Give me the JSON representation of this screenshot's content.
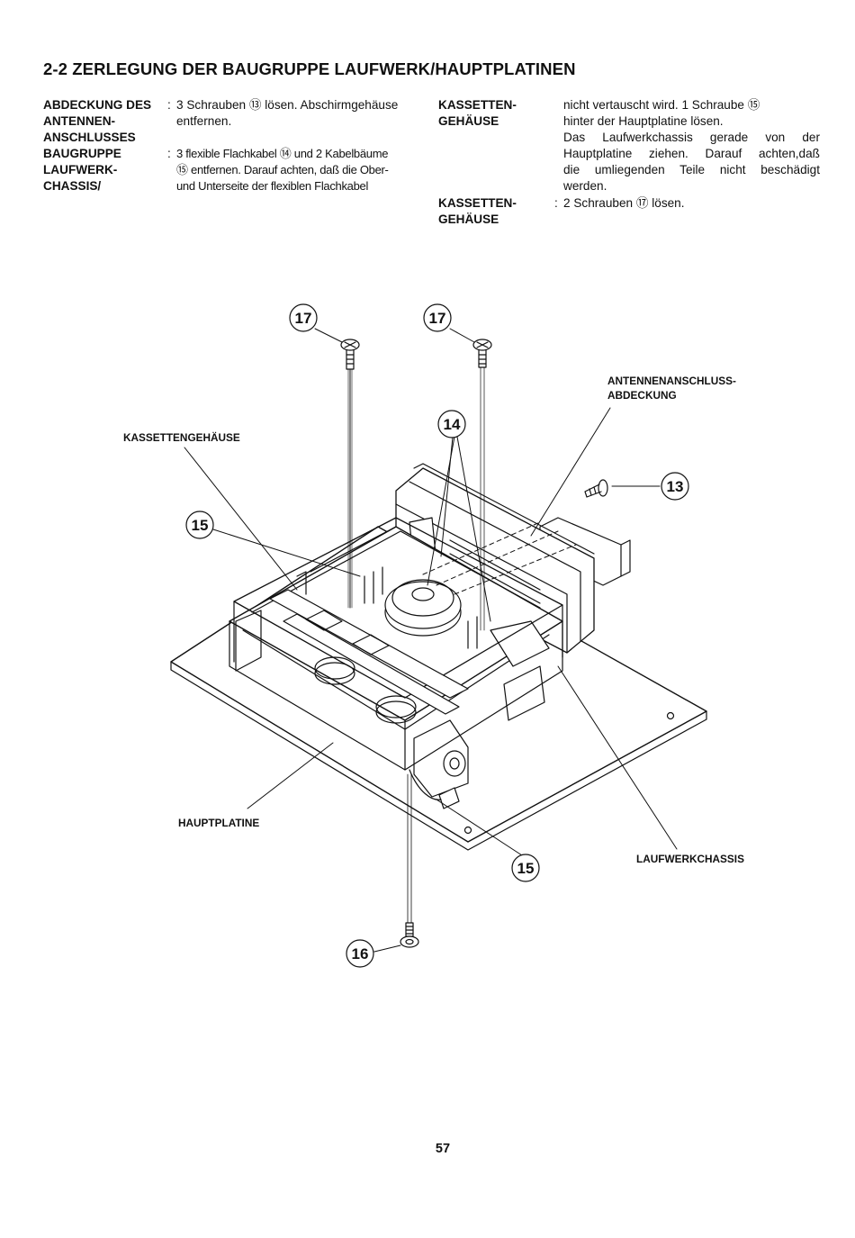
{
  "heading": "2-2 ZERLEGUNG DER BAUGRUPPE LAUFWERK/HAUPTPLATINEN",
  "left_column": {
    "label1": [
      "ABDECKUNG DES",
      "ANTENNEN-",
      "ANSCHLUSSES"
    ],
    "text1": [
      "3 Schrauben ⑬ lösen. Abschirmgehäuse",
      "entfernen."
    ],
    "label2": [
      "BAUGRUPPE",
      "LAUFWERK-",
      "CHASSIS/"
    ],
    "text2": [
      "3 flexible Flachkabel ⑭ und 2 Kabelbäume",
      "⑮ entfernen. Darauf achten, daß die Ober-",
      "und Unterseite der flexiblen Flachkabel"
    ]
  },
  "right_column": {
    "label1": [
      "KASSETTEN-",
      "GEHÄUSE"
    ],
    "text1": [
      "nicht vertauscht wird. 1 Schraube ⑮",
      "hinter der Hauptplatine lösen.",
      "Das Laufwerkchassis gerade von der",
      "Hauptplatine ziehen. Darauf achten,daß",
      "die umliegenden Teile nicht beschädigt",
      "werden."
    ],
    "label2": [
      "KASSETTEN-",
      "GEHÄUSE"
    ],
    "text2": [
      "2 Schrauben ⑰ lösen."
    ]
  },
  "diagram": {
    "callouts": {
      "c17a": "17",
      "c17b": "17",
      "c14": "14",
      "c13": "13",
      "c15a": "15",
      "c15b": "15",
      "c16": "16"
    },
    "labels": {
      "antenna_cover": [
        "ANTENNENANSCHLUSS-",
        "ABDECKUNG"
      ],
      "cassette_housing": "KASSETTENGEHÄUSE",
      "main_board": "HAUPTPLATINE",
      "deck_chassis": "LAUFWERKCHASSIS"
    }
  },
  "page_number": "57"
}
